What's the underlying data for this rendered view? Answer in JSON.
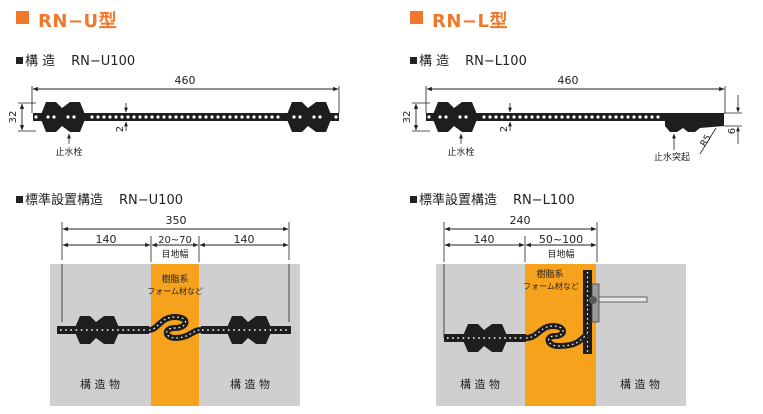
{
  "left": {
    "heading": "RN−U型",
    "profile": {
      "title_prefix": "構 造",
      "model": "RN−U100",
      "dim_width": "460",
      "dim_height": "32",
      "dim_small": "2",
      "label_stop": "止水栓"
    },
    "install": {
      "title_prefix": "標準設置構造",
      "model": "RN−U100",
      "dim_total": "350",
      "dim_left": "140",
      "dim_joint": "20~70",
      "dim_right": "140",
      "joint_label": "目地幅",
      "filler_line1": "樹脂系",
      "filler_line2": "フォーム材など",
      "struct_left": "構 造 物",
      "struct_right": "構 造 物"
    }
  },
  "right": {
    "heading": "RN−L型",
    "profile": {
      "title_prefix": "構 造",
      "model": "RN−L100",
      "dim_width": "460",
      "dim_height": "32",
      "dim_small": "2",
      "dim_right": "6",
      "dim_radius": "R5",
      "label_stop": "止水栓",
      "label_rib": "止水突起"
    },
    "install": {
      "title_prefix": "標準設置構造",
      "model": "RN−L100",
      "dim_total": "240",
      "dim_left": "140",
      "dim_joint": "50~100",
      "joint_label": "目地幅",
      "filler_line1": "樹脂系",
      "filler_line2": "フォーム材など",
      "struct_left": "構 造 物",
      "struct_right": "構 造 物"
    }
  },
  "colors": {
    "accent": "#f0782a",
    "filler": "#f7a21c",
    "concrete": "#cfcfcf",
    "rubber": "#1e1e1e"
  }
}
